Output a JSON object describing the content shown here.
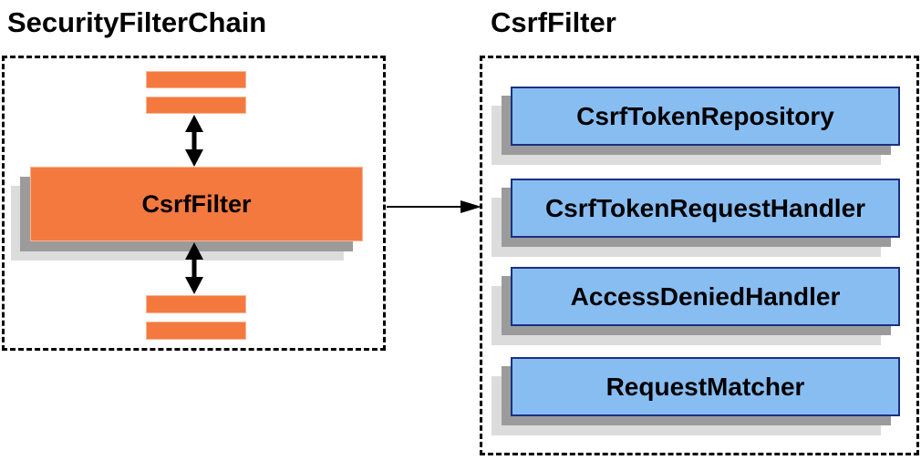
{
  "diagram": {
    "left_panel": {
      "title": "SecurityFilterChain",
      "filter_node_label": "CsrfFilter",
      "placeholder_bars": 4
    },
    "right_panel": {
      "title": "CsrfFilter",
      "components": [
        "CsrfTokenRepository",
        "CsrfTokenRequestHandler",
        "AccessDeniedHandler",
        "RequestMatcher"
      ]
    },
    "icons": {
      "bidirectional_arrow": "↕",
      "flow_arrow": "→"
    }
  },
  "colors": {
    "filter_orange": "#F4793F",
    "component_blue": "#88BDF2",
    "component_border": "#1B3080",
    "shadow_dark": "#9B9B9B",
    "shadow_light": "#DCDCDC",
    "line_black": "#000000",
    "background": "#FFFFFF"
  }
}
